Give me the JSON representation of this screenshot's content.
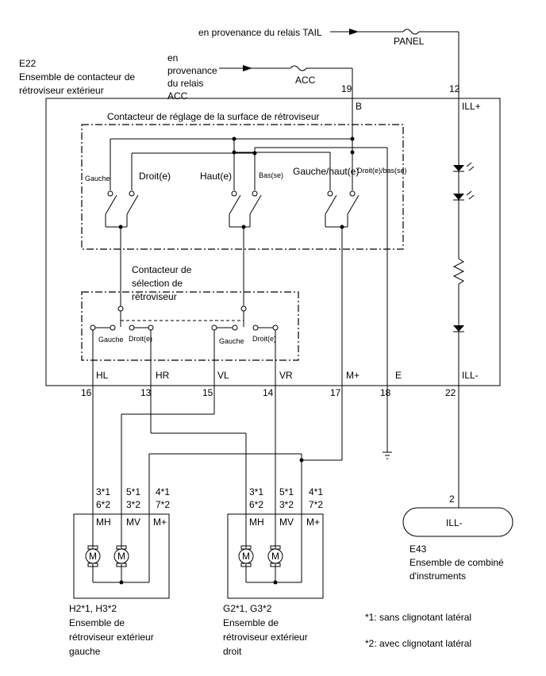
{
  "top": {
    "tail_source": "en provenance du relais TAIL",
    "panel_fuse": "PANEL",
    "acc_source_lines": [
      "en",
      "provenance",
      "du relais",
      "ACC"
    ],
    "acc_fuse": "ACC"
  },
  "e22": {
    "code": "E22",
    "name_lines": [
      "Ensemble de contacteur de",
      "rétroviseur extérieur"
    ],
    "pin_top_19": "19",
    "pin_top_12": "12",
    "terminal_b": "B",
    "terminal_ill_plus": "ILL+",
    "adjust_switch_title": "Contacteur de réglage de la surface de rétroviseur",
    "adjust_labels": {
      "left": "Gauche",
      "right": "Droit(e)",
      "up": "Haut(e)",
      "down": "Bas(se)",
      "left_up": "Gauche/haut(e)",
      "right_down": "Droit(e)/bas(se)"
    },
    "select_switch_title_lines": [
      "Contacteur de",
      "sélection de",
      "rétroviseur"
    ],
    "select_labels": {
      "left1": "Gauche",
      "right1": "Droit(e)",
      "left2": "Gauche",
      "right2": "Droit(e)"
    },
    "bottom_terminals": [
      "HL",
      "HR",
      "VL",
      "VR",
      "M+",
      "E",
      "ILL-"
    ],
    "bottom_pins": [
      "16",
      "13",
      "15",
      "14",
      "17",
      "18",
      "22"
    ]
  },
  "mirror_left": {
    "pins_row1": [
      "3*1",
      "5*1",
      "4*1"
    ],
    "pins_row2": [
      "6*2",
      "3*2",
      "7*2"
    ],
    "terminals": [
      "MH",
      "MV",
      "M+"
    ],
    "motor_symbol": "M",
    "code": "H2*1, H3*2",
    "name_lines": [
      "Ensemble de",
      "rétroviseur extérieur",
      "gauche"
    ]
  },
  "mirror_right": {
    "pins_row1": [
      "3*1",
      "5*1",
      "4*1"
    ],
    "pins_row2": [
      "6*2",
      "3*2",
      "7*2"
    ],
    "terminals": [
      "MH",
      "MV",
      "M+"
    ],
    "motor_symbol": "M",
    "code": "G2*1, G3*2",
    "name_lines": [
      "Ensemble de",
      "rétroviseur extérieur",
      "droit"
    ]
  },
  "e43": {
    "pin": "2",
    "terminal": "ILL-",
    "code": "E43",
    "name_lines": [
      "Ensemble de combiné",
      "d'instruments"
    ]
  },
  "notes": [
    "*1: sans clignotant latéral",
    "*2: avec clignotant latéral"
  ]
}
